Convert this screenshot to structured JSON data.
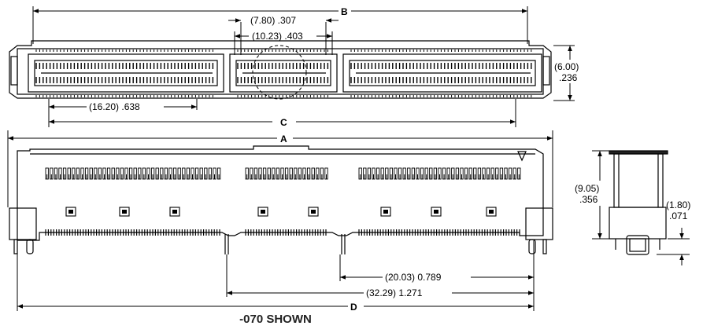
{
  "caption": "-070 SHOWN",
  "dims": {
    "B": "B",
    "C": "C",
    "A": "A",
    "D": "D",
    "d_307": "(7.80) .307",
    "d_403": "(10.23) .403",
    "d_638": "(16.20) .638",
    "d_236_mm": "(6.00)",
    "d_236_in": ".236",
    "d_356_mm": "(9.05)",
    "d_356_in": ".356",
    "d_071_mm": "(1.80)",
    "d_071_in": ".071",
    "d_789": "(20.03) 0.789",
    "d_1271": "(32.29) 1.271"
  }
}
